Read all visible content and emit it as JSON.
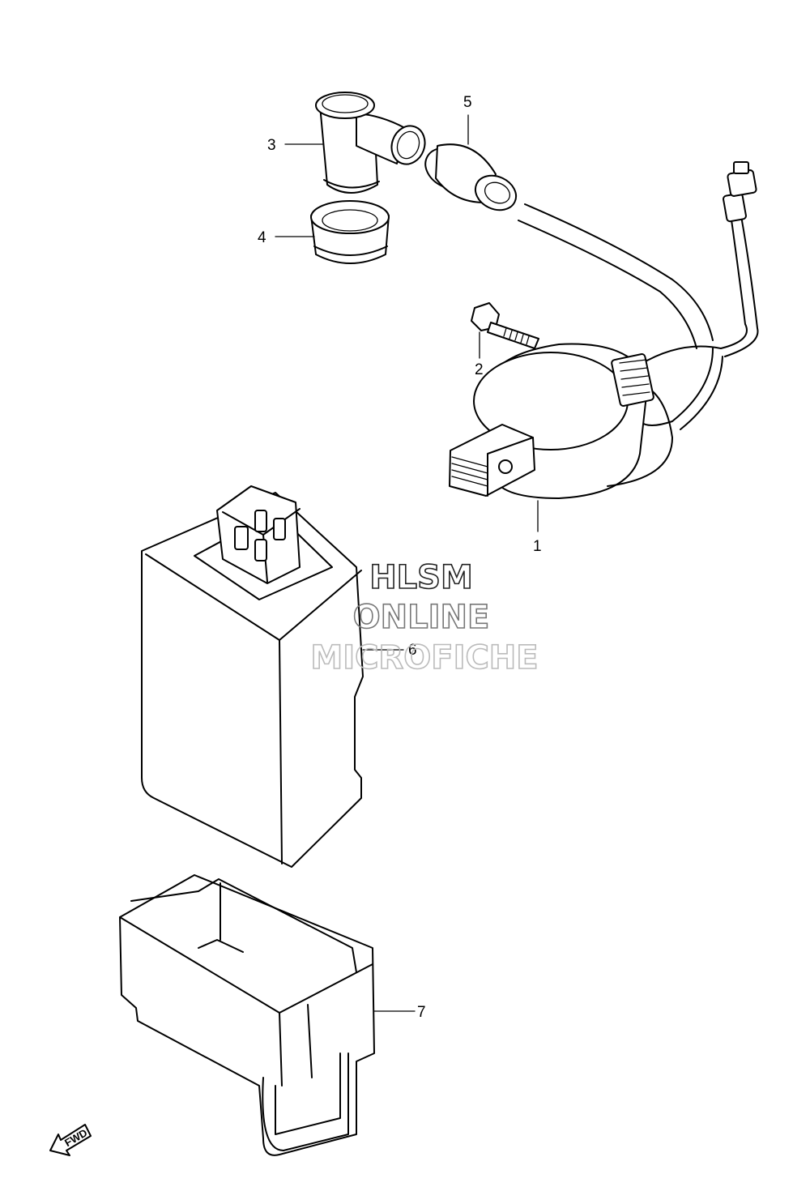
{
  "callouts": [
    {
      "id": "1",
      "label": "1"
    },
    {
      "id": "2",
      "label": "2"
    },
    {
      "id": "3",
      "label": "3"
    },
    {
      "id": "4",
      "label": "4"
    },
    {
      "id": "5",
      "label": "5"
    },
    {
      "id": "6",
      "label": "6"
    },
    {
      "id": "7",
      "label": "7"
    }
  ],
  "watermark": {
    "line1": "HLSM",
    "line2": "ONLINE",
    "line3": "MICROFICHE"
  },
  "fwd_label": "FWD"
}
